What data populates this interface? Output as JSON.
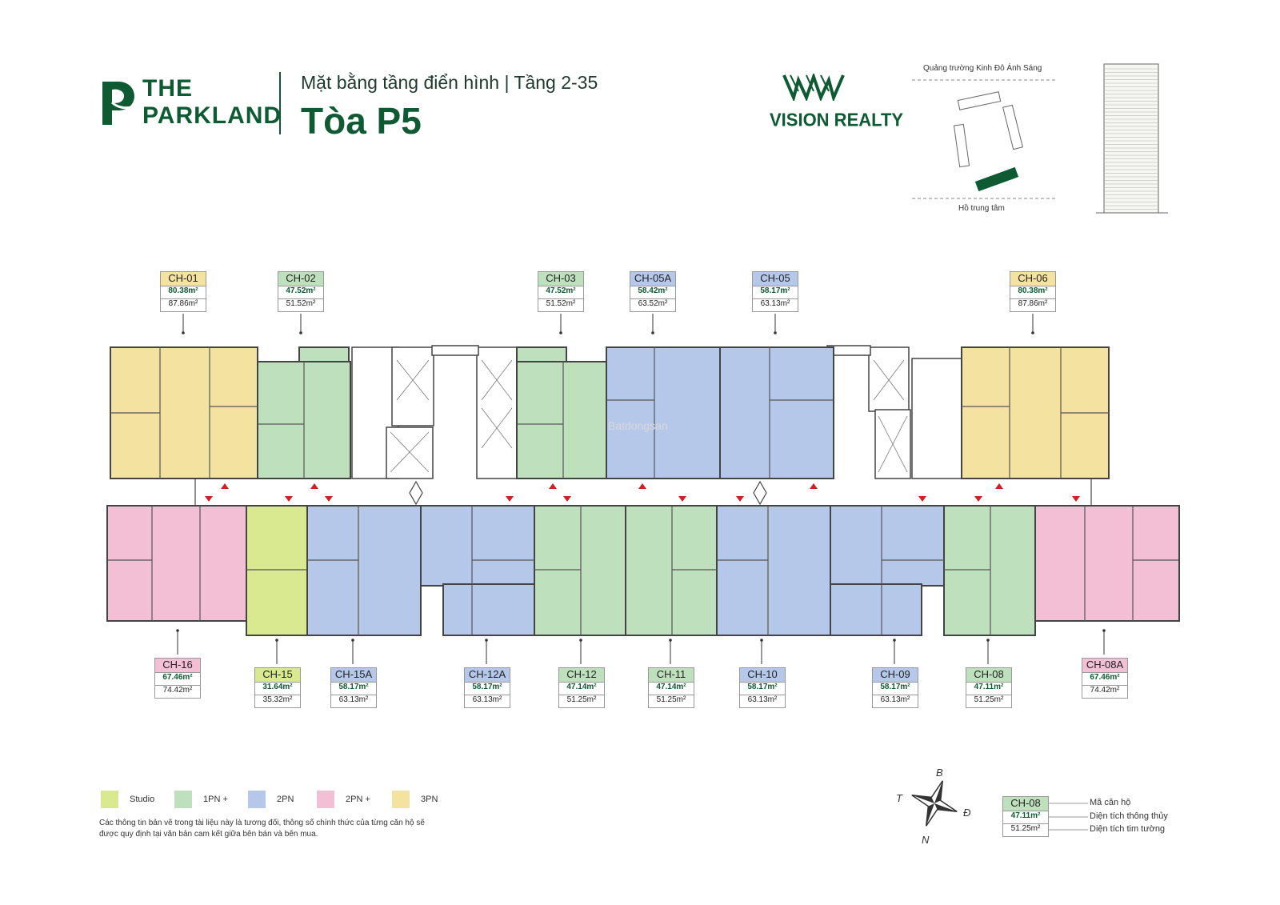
{
  "header": {
    "brand_line1": "THE",
    "brand_line2": "PARKLAND",
    "subtitle": "Mặt bằng tầng điển hình | Tầng 2-35",
    "title": "Tòa P5",
    "partner": "VISION REALTY"
  },
  "site_map": {
    "top_label": "Quảng trường Kinh Đô Ánh Sáng",
    "bottom_label": "Hồ trung tâm"
  },
  "units_top": [
    {
      "code": "CH-01",
      "net": "80.38m²",
      "gross": "87.86m²",
      "type": "3PN"
    },
    {
      "code": "CH-02",
      "net": "47.52m²",
      "gross": "51.52m²",
      "type": "1PN +"
    },
    {
      "code": "CH-03",
      "net": "47.52m²",
      "gross": "51.52m²",
      "type": "1PN +"
    },
    {
      "code": "CH-05A",
      "net": "58.42m²",
      "gross": "63.52m²",
      "type": "2PN"
    },
    {
      "code": "CH-05",
      "net": "58.17m²",
      "gross": "63.13m²",
      "type": "2PN"
    },
    {
      "code": "CH-06",
      "net": "80.38m²",
      "gross": "87.86m²",
      "type": "3PN"
    }
  ],
  "units_bottom": [
    {
      "code": "CH-16",
      "net": "67.46m²",
      "gross": "74.42m²",
      "type": "2PN +"
    },
    {
      "code": "CH-15",
      "net": "31.64m²",
      "gross": "35.32m²",
      "type": "Studio"
    },
    {
      "code": "CH-15A",
      "net": "58.17m²",
      "gross": "63.13m²",
      "type": "2PN"
    },
    {
      "code": "CH-12A",
      "net": "58.17m²",
      "gross": "63.13m²",
      "type": "2PN"
    },
    {
      "code": "CH-12",
      "net": "47.14m²",
      "gross": "51.25m²",
      "type": "1PN +"
    },
    {
      "code": "CH-11",
      "net": "47.14m²",
      "gross": "51.25m²",
      "type": "1PN +"
    },
    {
      "code": "CH-10",
      "net": "58.17m²",
      "gross": "63.13m²",
      "type": "2PN"
    },
    {
      "code": "CH-09",
      "net": "58.17m²",
      "gross": "63.13m²",
      "type": "2PN"
    },
    {
      "code": "CH-08",
      "net": "47.11m²",
      "gross": "51.25m²",
      "type": "1PN +"
    },
    {
      "code": "CH-08A",
      "net": "67.46m²",
      "gross": "74.42m²",
      "type": "2PN +"
    }
  ],
  "legend": [
    {
      "label": "Studio",
      "color": "#d9e98f"
    },
    {
      "label": "1PN +",
      "color": "#bfe0bd"
    },
    {
      "label": "2PN",
      "color": "#b6c8ea"
    },
    {
      "label": "2PN +",
      "color": "#f2bfd5"
    },
    {
      "label": "3PN",
      "color": "#f4e2a0"
    }
  ],
  "disclaimer": "Các thông tin bản vẽ trong tài liệu này là tương đối, thông số chính thức của từng căn hộ sẽ được quy định tại văn bản cam kết giữa bên bán và bên mua.",
  "compass": {
    "n": "B",
    "s": "N",
    "w": "T",
    "e": "Đ"
  },
  "key": {
    "code": "CH-08",
    "net": "47.11m²",
    "gross": "51.25m²",
    "code_label": "Mã căn hộ",
    "net_label": "Diện tích thông thủy",
    "gross_label": "Diện tích tim tường"
  },
  "watermark": "Batdongsan",
  "colors": {
    "brand": "#0e5a33",
    "entrance": "#cc2222"
  }
}
